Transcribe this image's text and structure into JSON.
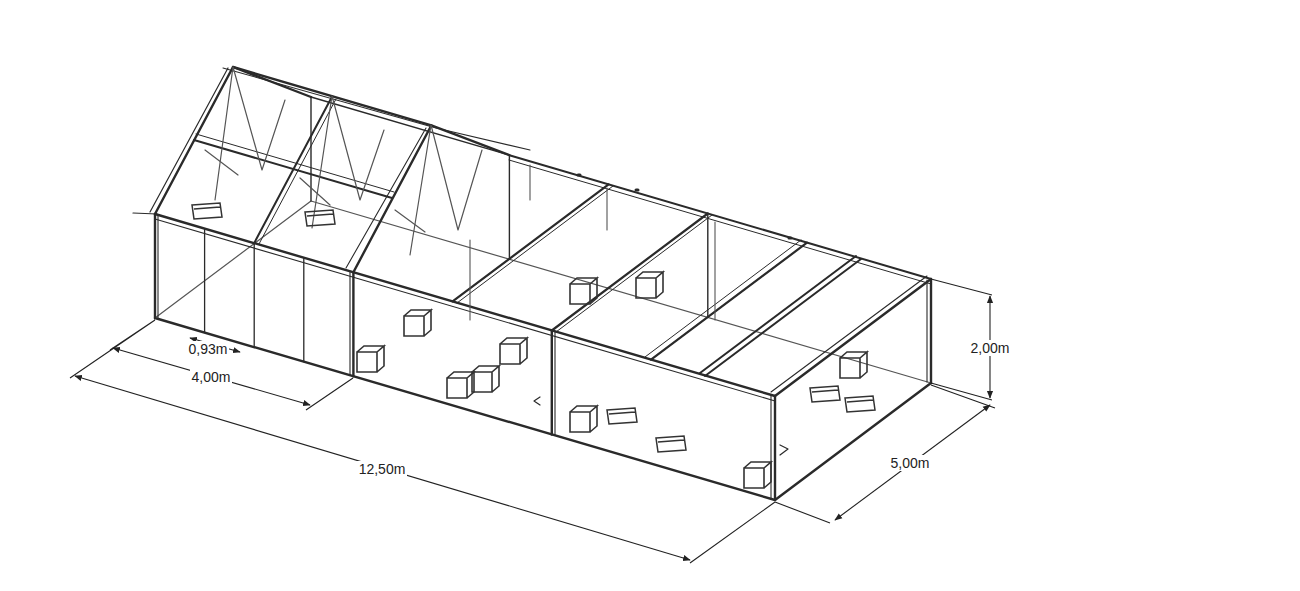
{
  "diagram": {
    "labels": [
      "0,93m",
      "4,00m",
      "12,50m",
      "2,00m",
      "5,00m"
    ]
  }
}
